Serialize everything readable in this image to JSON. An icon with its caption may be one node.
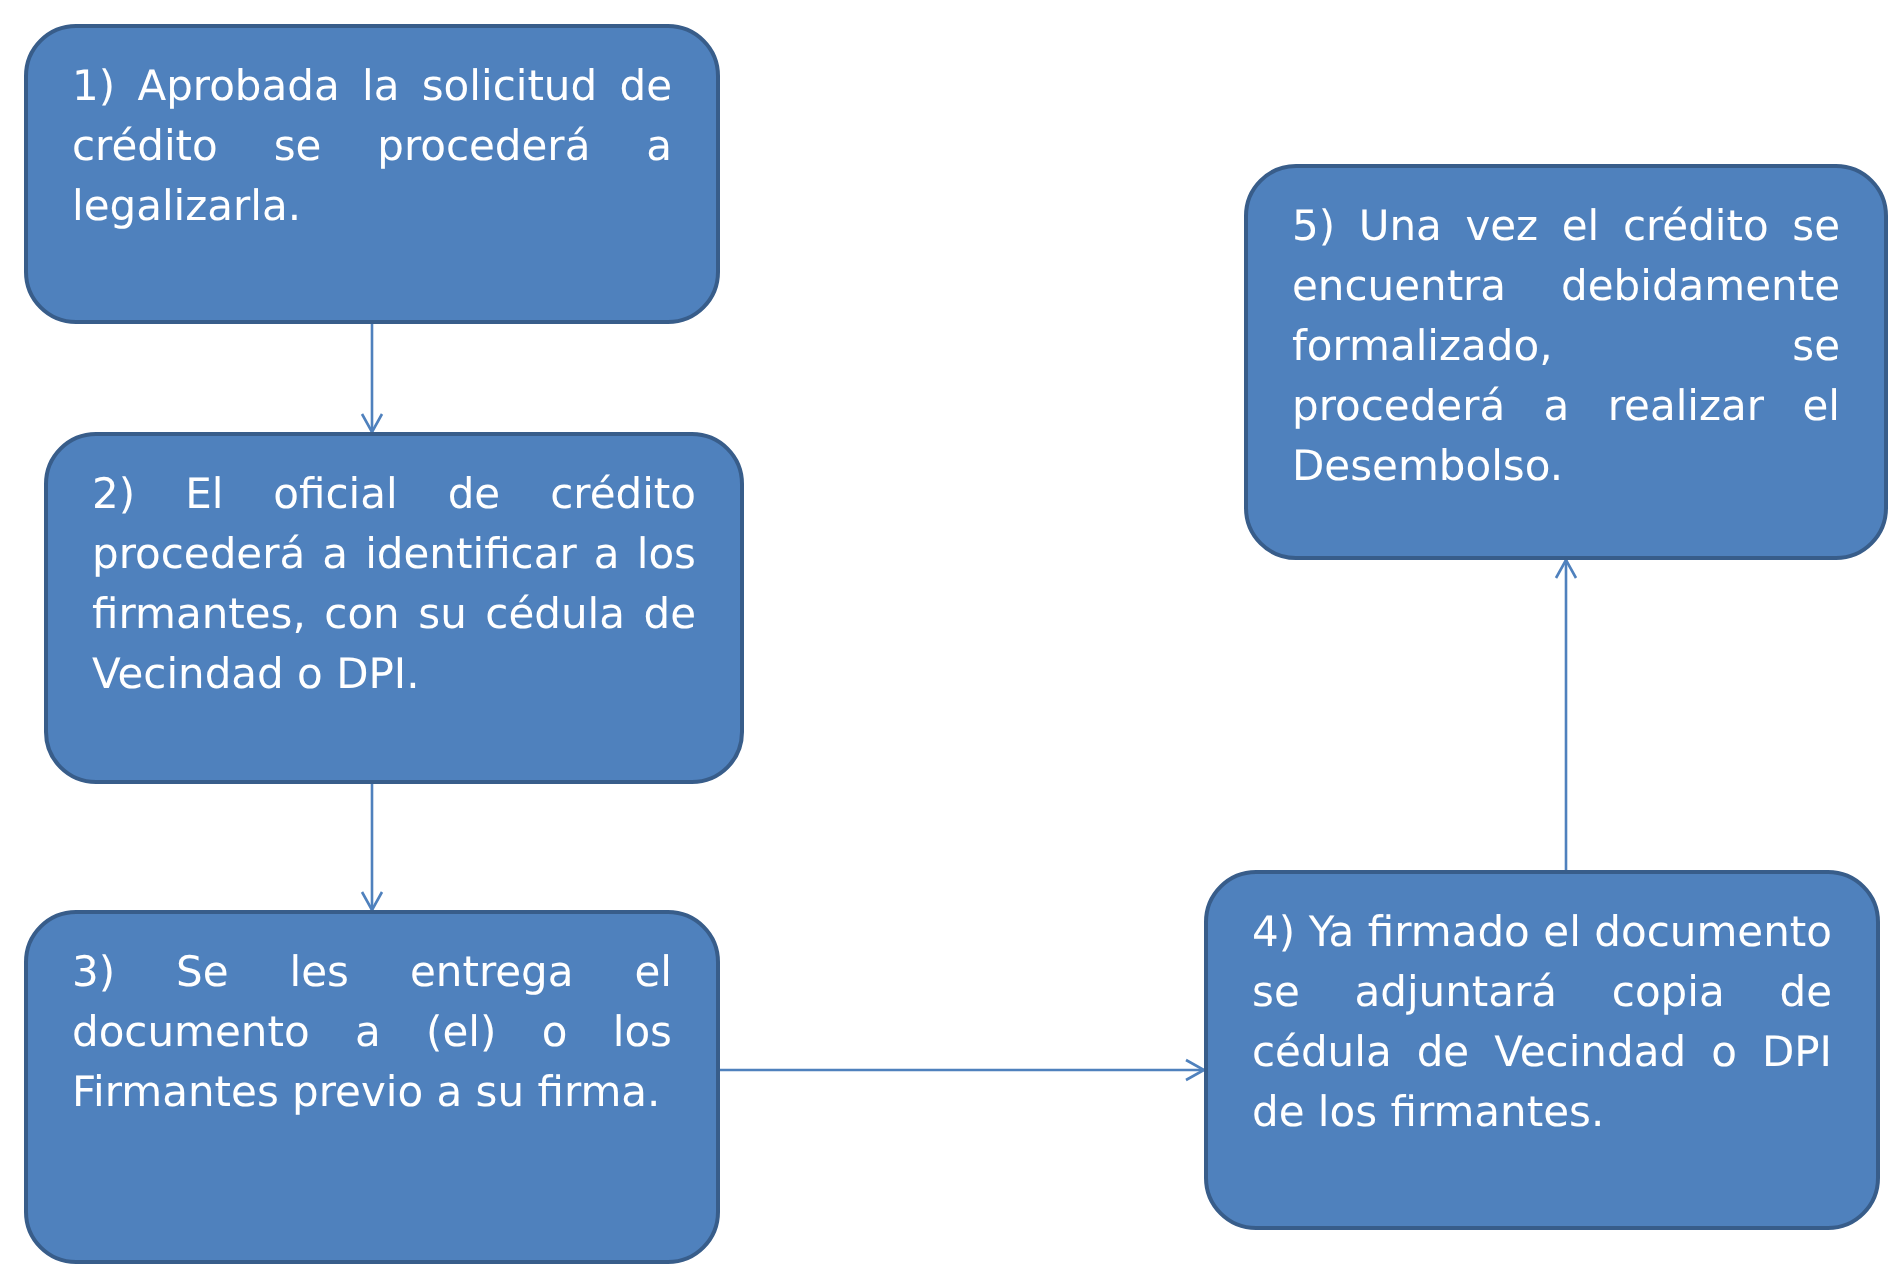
{
  "diagram": {
    "nodes": [
      {
        "text": [
          "1) Aprobada la solicitud de crédito se procederá a legalizarla."
        ]
      },
      {
        "text": [
          "2) El oficial de crédito procederá a identificar a los firmantes, con su cédula de Vecindad o DPI."
        ]
      },
      {
        "text": [
          "3) Se les entrega el documento a (el) o los Firmantes previo a su firma."
        ]
      },
      {
        "text": [
          "4) Ya firmado el documento se adjuntará copia de cédula de Vecindad o DPI de los firmantes."
        ]
      },
      {
        "text": [
          "5) Una vez el crédito se encuentra debidamente formalizado, se procederá a realizar el Desembolso."
        ]
      }
    ],
    "edges": [
      {
        "from": 0,
        "to": 1,
        "arrow": "to"
      },
      {
        "from": 1,
        "to": 2,
        "arrow": "to"
      },
      {
        "from": 2,
        "to": 3,
        "arrow": "to"
      },
      {
        "from": 3,
        "to": 4,
        "arrow": "to"
      }
    ]
  }
}
